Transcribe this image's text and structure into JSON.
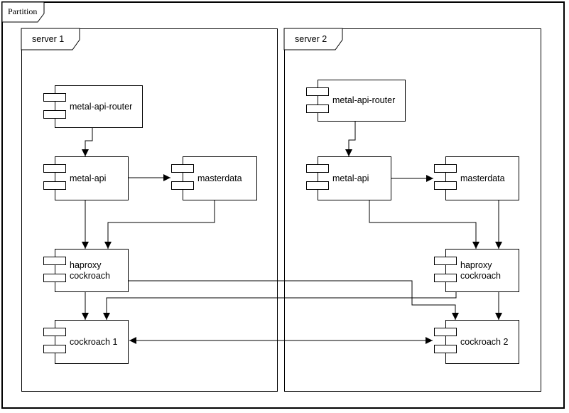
{
  "frame": {
    "label": "Partition"
  },
  "servers": {
    "server1": {
      "label": "server 1"
    },
    "server2": {
      "label": "server 2"
    }
  },
  "components": {
    "s1_router": "metal-api-router",
    "s1_api": "metal-api",
    "s1_masterdata": "masterdata",
    "s1_haproxy": "haproxy\ncockroach",
    "s1_cockroach": "cockroach 1",
    "s2_router": "metal-api-router",
    "s2_api": "metal-api",
    "s2_masterdata": "masterdata",
    "s2_haproxy": "haproxy\ncockroach",
    "s2_cockroach": "cockroach 2"
  },
  "edges": [
    {
      "from": "server1.metal-api-router",
      "to": "server1.metal-api",
      "arrow": "end"
    },
    {
      "from": "server1.metal-api",
      "to": "server1.masterdata",
      "arrow": "end"
    },
    {
      "from": "server1.metal-api",
      "to": "server1.haproxy-cockroach",
      "arrow": "end"
    },
    {
      "from": "server1.masterdata",
      "to": "server1.haproxy-cockroach",
      "arrow": "end"
    },
    {
      "from": "server1.haproxy-cockroach",
      "to": "server1.cockroach-1",
      "arrow": "end"
    },
    {
      "from": "server2.metal-api-router",
      "to": "server2.metal-api",
      "arrow": "end"
    },
    {
      "from": "server2.metal-api",
      "to": "server2.masterdata",
      "arrow": "end"
    },
    {
      "from": "server2.metal-api",
      "to": "server2.haproxy-cockroach",
      "arrow": "end"
    },
    {
      "from": "server2.masterdata",
      "to": "server2.haproxy-cockroach",
      "arrow": "end"
    },
    {
      "from": "server2.haproxy-cockroach",
      "to": "server2.cockroach-2",
      "arrow": "end"
    },
    {
      "from": "server1.haproxy-cockroach",
      "to": "server2.cockroach-2",
      "arrow": "end"
    },
    {
      "from": "server2.haproxy-cockroach",
      "to": "server1.cockroach-1",
      "arrow": "end"
    },
    {
      "from": "server1.cockroach-1",
      "to": "server2.cockroach-2",
      "arrow": "both"
    }
  ],
  "colors": {
    "stroke": "#000000",
    "fill": "#ffffff",
    "text": "#000000"
  }
}
